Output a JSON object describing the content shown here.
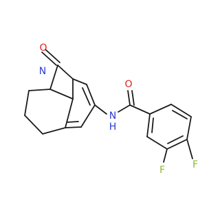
{
  "molecule": {
    "atoms": [
      {
        "id": "O1",
        "label": "O",
        "color": "#e0211a"
      },
      {
        "id": "N1",
        "label": "N",
        "color": "#2a3bd4"
      },
      {
        "id": "N2",
        "label": "N",
        "color": "#2a3bd4"
      },
      {
        "id": "H2",
        "label": "H",
        "color": "#2a3bd4"
      },
      {
        "id": "O2",
        "label": "O",
        "color": "#e0211a"
      },
      {
        "id": "F1",
        "label": "F",
        "color": "#8fb832"
      },
      {
        "id": "F2",
        "label": "F",
        "color": "#8fb832"
      }
    ],
    "bond_color": "#1a1a1a"
  }
}
